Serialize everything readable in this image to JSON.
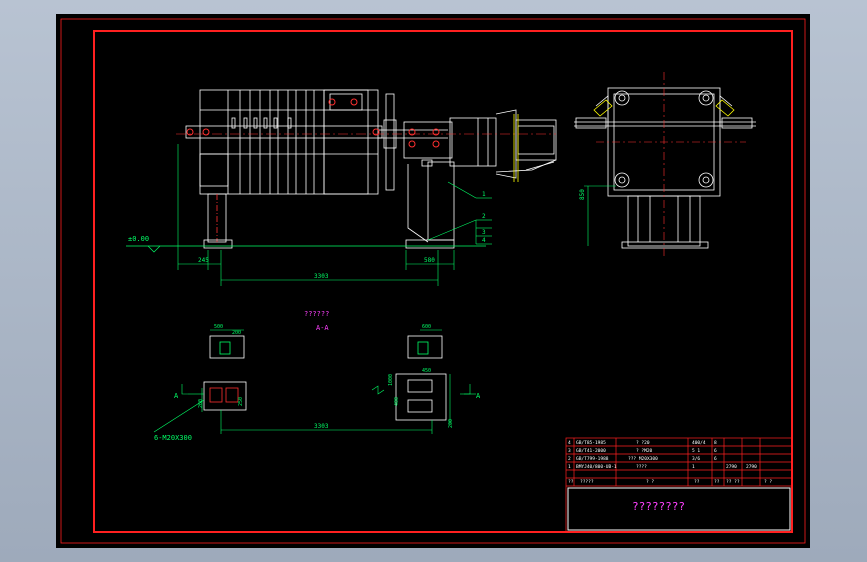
{
  "colors": {
    "background": "#000000",
    "frame": "#ff2020",
    "outline": "#ffffff",
    "dimension": "#00ff66",
    "centerline": "#ff3030",
    "hidden": "#ff3030",
    "yellow": "#ffff00",
    "title_text": "#ff40ff",
    "table_text": "#ffffff",
    "magenta": "#ff40ff"
  },
  "labels": {
    "elevation": "±0.00",
    "dim_left_offset": "245",
    "dim_pedestal": "580",
    "dim_span_top": "3303",
    "dim_side_height": "850",
    "section_title": "??????",
    "section_name": "A-A",
    "dim_block_a": "500",
    "dim_block_b": "200",
    "dim_block_c": "600",
    "dim_block_d": "450",
    "dim_block_e": "400",
    "dim_small_a": "200",
    "dim_small_b": "250",
    "dim_block_f": "200",
    "dim_block_g": "1000",
    "dim_span_bottom": "3303",
    "bolt_note": "6-M20X300",
    "mark_a_left": "A",
    "mark_a_right": "A",
    "balloon_1": "1",
    "balloon_2": "2",
    "balloon_3": "3",
    "balloon_4": "4"
  },
  "parts_table": {
    "rows": [
      {
        "no": "4",
        "code": "GB/T85-1985",
        "name": "? ?20",
        "qty": "400/4",
        "mat": "8"
      },
      {
        "no": "3",
        "code": "GB/T41-2000",
        "name": "? ?M20",
        "qty": "5 1",
        "mat": "6"
      },
      {
        "no": "2",
        "code": "GB/T799-1988",
        "name": "??? M20X300",
        "qty": "3/6",
        "mat": "6"
      },
      {
        "no": "1",
        "code": "BMYJ40/800-UB-1",
        "name": "????",
        "qty": "1",
        "mat": "2790",
        "extra": "2790"
      }
    ],
    "header": [
      "??",
      "?????",
      "? ?",
      "??",
      "??",
      "?? ??",
      "? ?"
    ],
    "title": "????????"
  }
}
